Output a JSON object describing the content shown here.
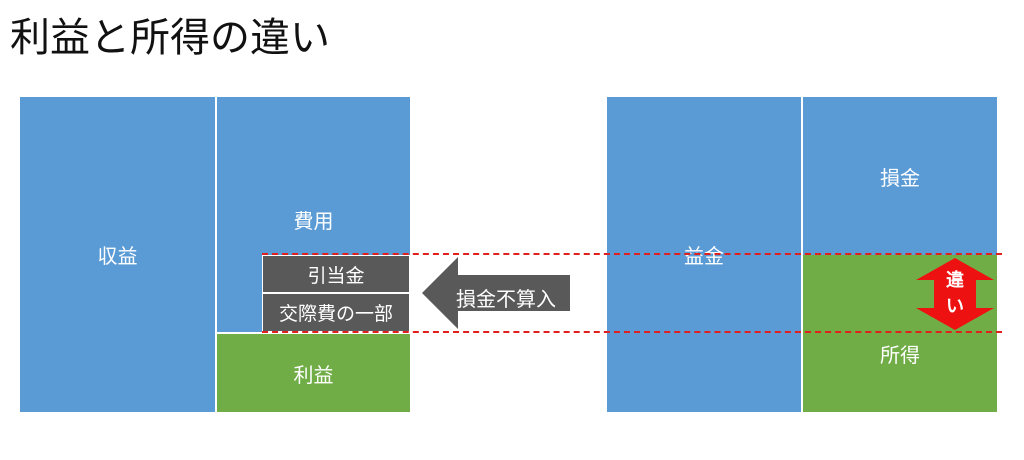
{
  "title": "利益と所得の違い",
  "left": {
    "revenue_label": "収益",
    "expense_label": "費用",
    "profit_label": "利益",
    "adjustment_items": [
      "引当金",
      "交際費の一部"
    ]
  },
  "arrow": {
    "label": "損金不算入"
  },
  "right": {
    "gain_label": "益金",
    "loss_label": "損金",
    "income_label": "所得",
    "difference_label": "違い"
  },
  "colors": {
    "blue": "#5b9bd5",
    "green": "#70ad47",
    "gray": "#595959",
    "red": "#e0201f"
  }
}
